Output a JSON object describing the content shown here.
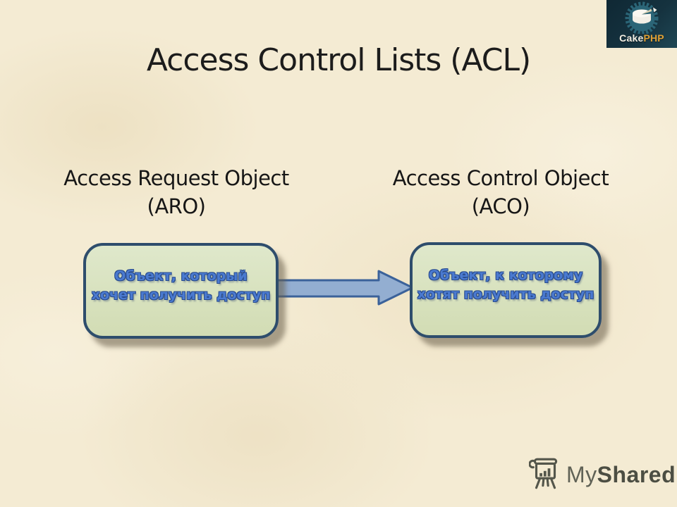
{
  "slide": {
    "title": "Access Control Lists (ACL)",
    "background_color": "#f4ebd3"
  },
  "cakephp_logo": {
    "text_cake": "Cake",
    "text_php": "PHP",
    "bg_color": "#15323f",
    "badge_color": "#2b6577",
    "cake_color": "#f2efe6",
    "php_color": "#dfa035"
  },
  "columns": {
    "left": {
      "heading_line1": "Access Request Object",
      "heading_line2": "(ARO)",
      "box_text_line1": "Объект, который",
      "box_text_line2": "хочет получить доступ"
    },
    "right": {
      "heading_line1": "Access Control Object",
      "heading_line2": "(ACO)",
      "box_text_line1": "Объект, к которому",
      "box_text_line2": "хотят получить доступ"
    }
  },
  "diagram_styles": {
    "box_fill": "#d7e1bd",
    "box_border": "#2e4d6c",
    "box_text_color": "#4a7ad0",
    "arrow_fill": "#93aed1",
    "arrow_border": "#3b629a"
  },
  "watermark": {
    "text_my": "My",
    "text_shared": "Shared",
    "color": "#54564b"
  }
}
